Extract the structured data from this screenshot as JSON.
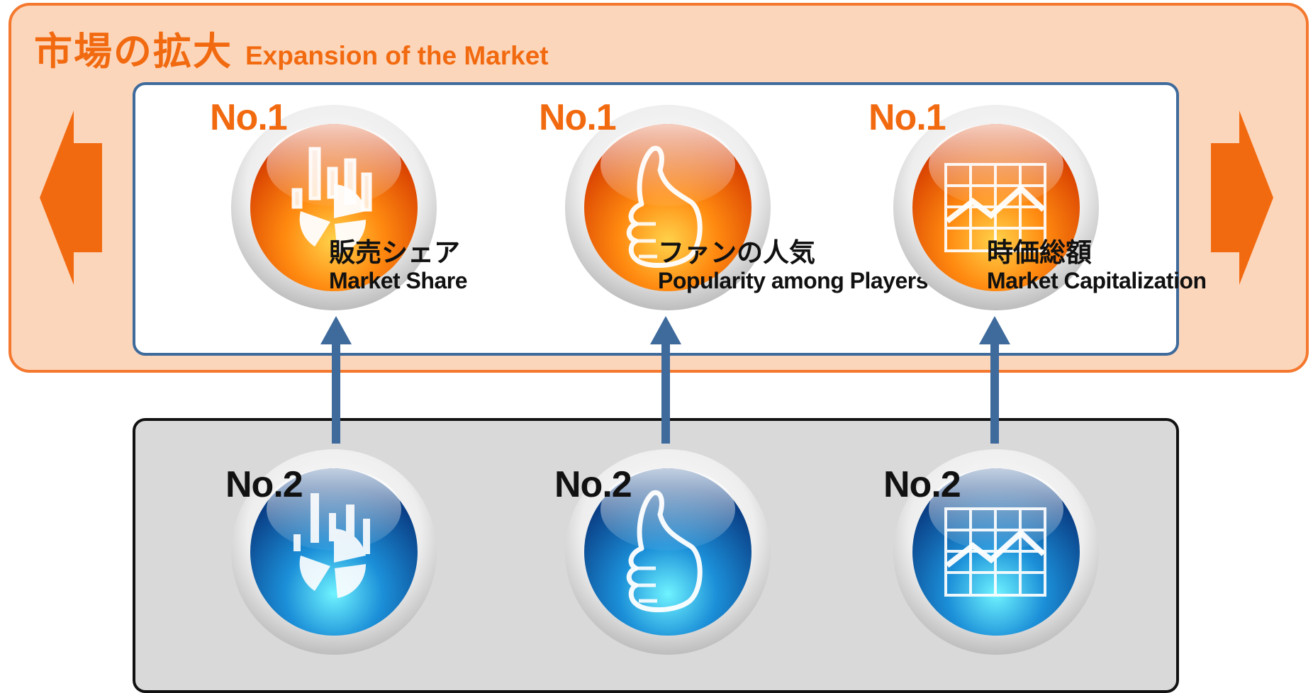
{
  "title": {
    "jp": "市場の拡大",
    "en": "Expansion of the Market"
  },
  "top_row": {
    "items": [
      {
        "badge": "No.1",
        "icon": "chart-icon",
        "label_jp": "販売シェア",
        "label_en": "Market Share"
      },
      {
        "badge": "No.1",
        "icon": "thumbs-up-icon",
        "label_jp": "ファンの人気",
        "label_en": "Popularity among Players"
      },
      {
        "badge": "No.1",
        "icon": "line-graph-icon",
        "label_jp": "時価総額",
        "label_en": "Market Capitalization"
      }
    ]
  },
  "bottom_row": {
    "items": [
      {
        "badge": "No.2",
        "icon": "chart-icon"
      },
      {
        "badge": "No.2",
        "icon": "thumbs-up-icon"
      },
      {
        "badge": "No.2",
        "icon": "line-graph-icon"
      }
    ]
  },
  "colors": {
    "accent_orange": "#f26a10",
    "panel_orange": "#fcd6bb",
    "arrow_blue": "#3e6a9c",
    "panel_gray": "#d9d9d9"
  }
}
